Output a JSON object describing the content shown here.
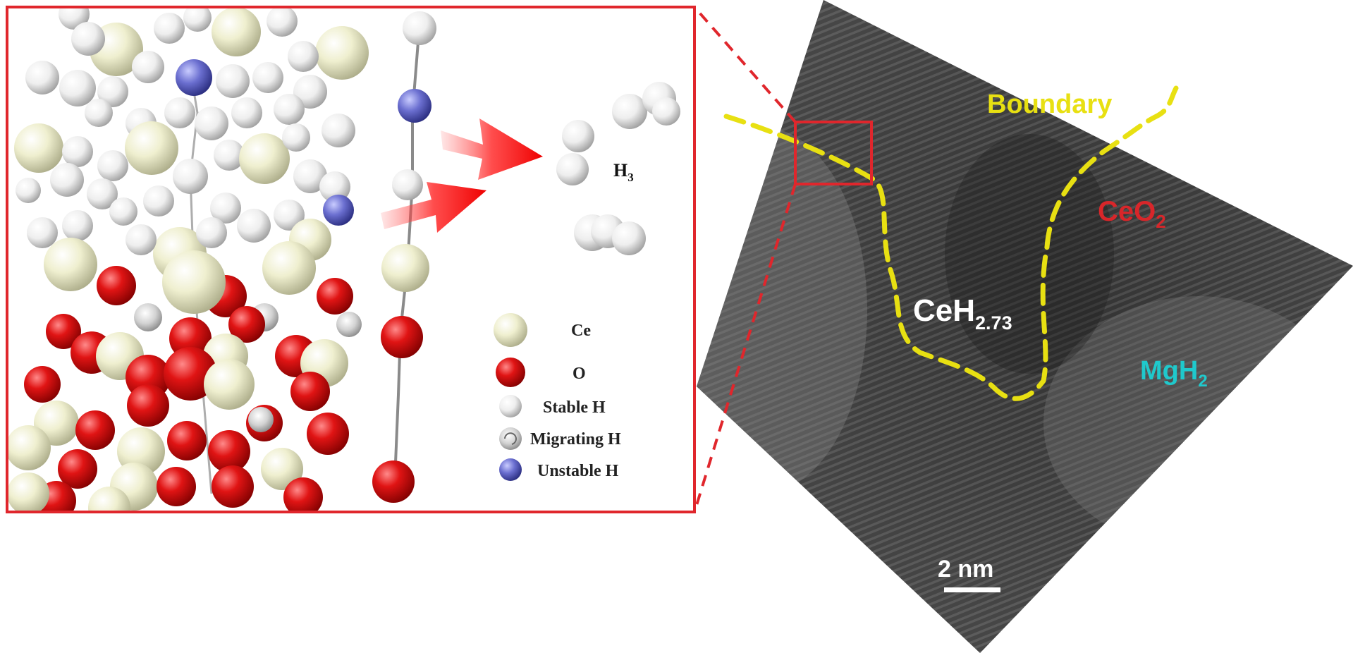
{
  "colors": {
    "panel_border": "#e0262c",
    "ce_atom": "#eceec8",
    "o_atom": "#d51616",
    "stable_h": "#f1f1f1",
    "migrating_h": "#dcdcdc",
    "unstable_h": "#6b6fd0",
    "boundary_line": "#e8e012",
    "ceo2_label": "#d8262a",
    "mgh2_label": "#1fc9cc",
    "arrow": "#ee1010"
  },
  "molecule_label": {
    "main": "H",
    "sub": "3"
  },
  "legend": [
    {
      "key": "ce",
      "label": "Ce",
      "icon": "ce-atom-icon"
    },
    {
      "key": "o",
      "label": "O",
      "icon": "o-atom-icon"
    },
    {
      "key": "stable_h",
      "label": "Stable H",
      "icon": "stable-h-atom-icon"
    },
    {
      "key": "migrating_h",
      "label": "Migrating H",
      "icon": "migrating-h-atom-icon"
    },
    {
      "key": "unstable_h",
      "label": "Unstable H",
      "icon": "unstable-h-atom-icon"
    }
  ],
  "tem": {
    "boundary_label": "Boundary",
    "ceo2_label": {
      "main": "CeO",
      "sub": "2"
    },
    "ceh_label": {
      "main": "CeH",
      "sub": "2.73"
    },
    "mgh2_label": {
      "main": "MgH",
      "sub": "2"
    },
    "scale_bar_label": "2 nm"
  }
}
